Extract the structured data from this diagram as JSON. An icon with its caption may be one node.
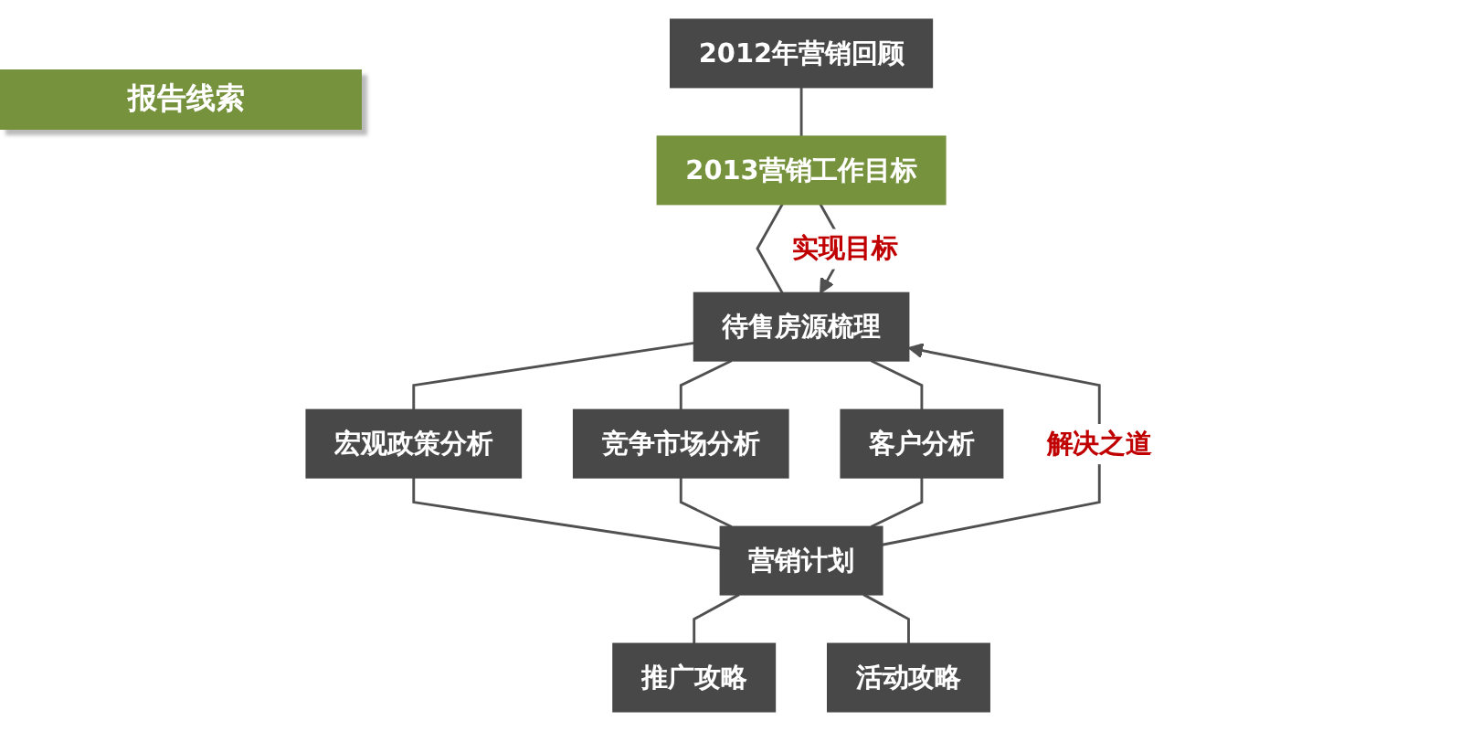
{
  "diagram": {
    "title": "报告线索",
    "nodes": [
      {
        "text": [
          "2012年营销回顾"
        ]
      },
      {
        "text": [
          "2013营销工作目标"
        ]
      },
      {
        "text": [
          "待售房源梳理"
        ]
      },
      {
        "text": [
          "宏观政策分析"
        ]
      },
      {
        "text": [
          "竞争市场分析"
        ]
      },
      {
        "text": [
          "客户分析"
        ]
      },
      {
        "text": [
          "营销计划"
        ]
      },
      {
        "text": [
          "推广攻略"
        ]
      },
      {
        "text": [
          "活动攻略"
        ]
      }
    ],
    "edges": [
      {
        "from": 0,
        "to": 1,
        "arrow": "none"
      },
      {
        "from": 1,
        "to": 2,
        "arrow": "none"
      },
      {
        "from": 1,
        "to": 2,
        "arrow": "to",
        "label": "实现目标"
      },
      {
        "from": 2,
        "to": 3,
        "arrow": "none"
      },
      {
        "from": 2,
        "to": 4,
        "arrow": "none"
      },
      {
        "from": 2,
        "to": 5,
        "arrow": "none"
      },
      {
        "from": 3,
        "to": 6,
        "arrow": "none"
      },
      {
        "from": 4,
        "to": 6,
        "arrow": "none"
      },
      {
        "from": 5,
        "to": 6,
        "arrow": "none"
      },
      {
        "from": 6,
        "to": 2,
        "arrow": "to",
        "label": "解决之道"
      },
      {
        "from": 6,
        "to": 7,
        "arrow": "none"
      },
      {
        "from": 6,
        "to": 8,
        "arrow": "none"
      }
    ]
  }
}
